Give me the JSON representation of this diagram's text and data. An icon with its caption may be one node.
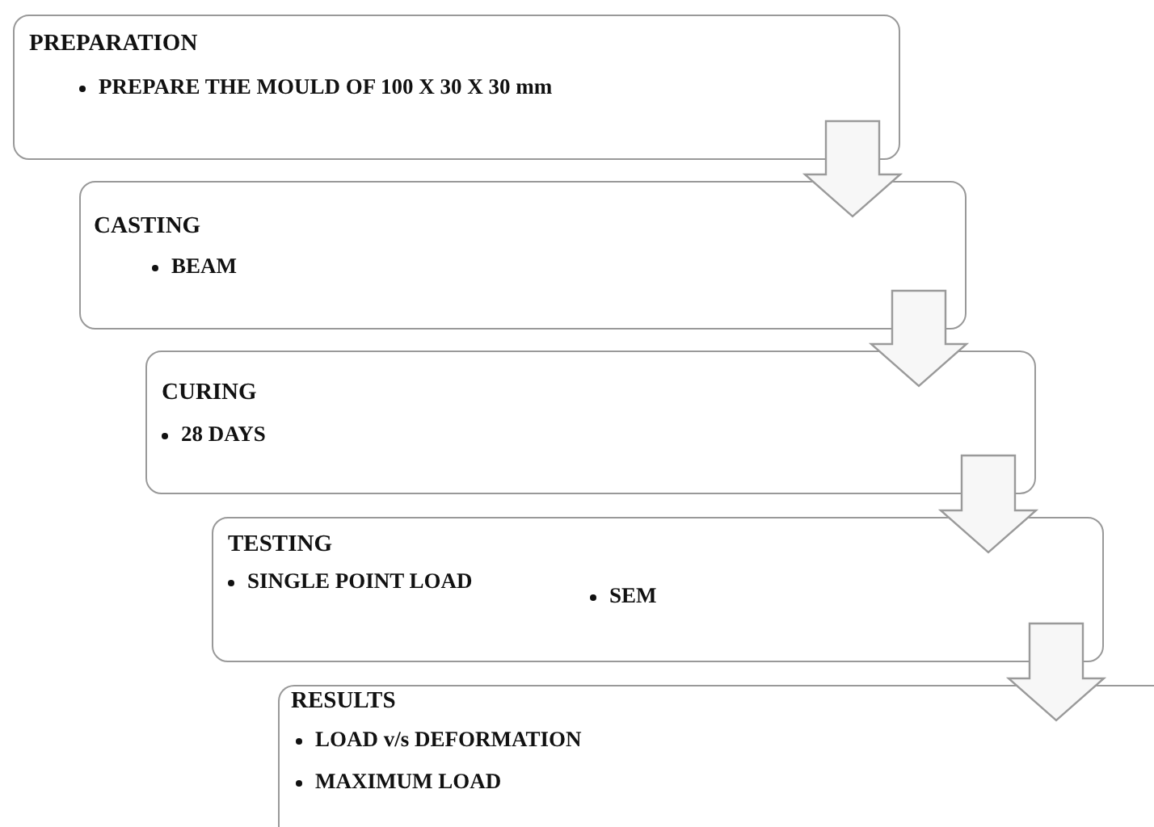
{
  "diagram": {
    "nodes": [
      {
        "text": [
          "PREPARATION",
          "PREPARE THE MOULD OF 100 X 30 X 30 mm"
        ]
      },
      {
        "text": [
          "CASTING",
          "BEAM"
        ]
      },
      {
        "text": [
          "CURING",
          "28 DAYS"
        ]
      },
      {
        "text": [
          "TESTING",
          "SINGLE POINT LOAD",
          "SEM"
        ]
      },
      {
        "text": [
          "RESULTS",
          "LOAD v/s DEFORMATION",
          "MAXIMUM LOAD"
        ]
      }
    ],
    "edges": [
      {
        "from": 0,
        "to": 1,
        "arrow": "to"
      },
      {
        "from": 1,
        "to": 2,
        "arrow": "to"
      },
      {
        "from": 2,
        "to": 3,
        "arrow": "to"
      },
      {
        "from": 3,
        "to": 4,
        "arrow": "to"
      }
    ]
  }
}
